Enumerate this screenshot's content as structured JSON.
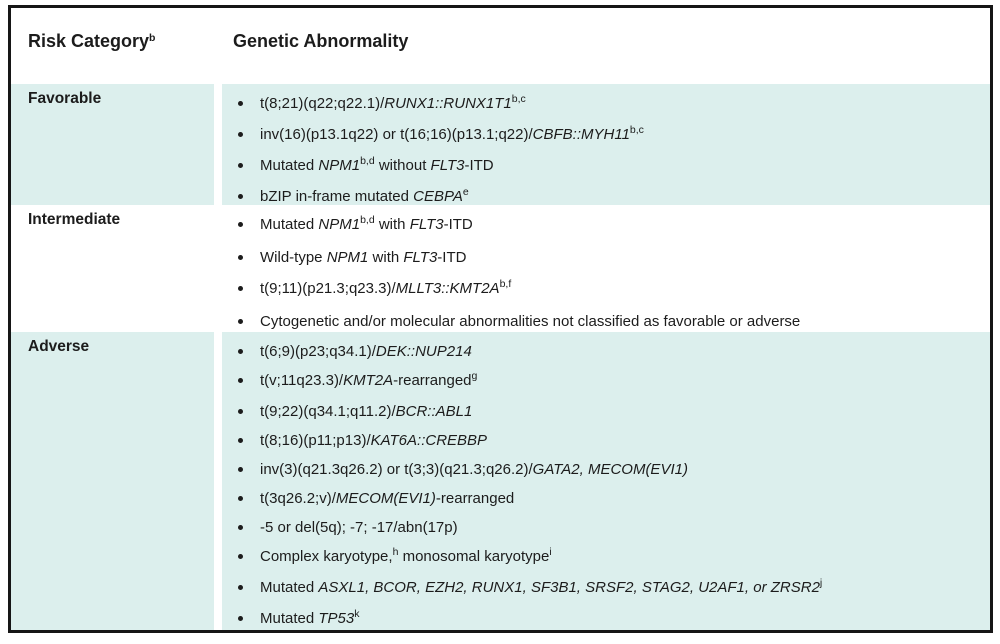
{
  "table": {
    "title_semantic": "AML risk classification by genetics",
    "colors": {
      "shaded_row_bg": "#dcefed",
      "white_row_bg": "#ffffff",
      "border": "#161616",
      "text": "#1c1c1c"
    },
    "header": {
      "col1": {
        "label": "Risk Category",
        "segments": [
          {
            "t": "Risk Category"
          },
          {
            "t": "b",
            "sup": true
          }
        ]
      },
      "col2": {
        "label": "Genetic Abnormality",
        "segments": [
          {
            "t": "Genetic Abnormality"
          }
        ]
      }
    },
    "rows": [
      {
        "category": "Favorable",
        "shaded": true,
        "items": [
          [
            {
              "t": "t(8;21)(q22;q22.1)/"
            },
            {
              "t": "RUNX1::RUNX1T1",
              "i": true
            },
            {
              "t": "b,c",
              "sup": true
            }
          ],
          [
            {
              "t": "inv(16)(p13.1q22) or t(16;16)(p13.1;q22)/"
            },
            {
              "t": "CBFB::MYH11",
              "i": true
            },
            {
              "t": "b,c",
              "sup": true
            }
          ],
          [
            {
              "t": "Mutated "
            },
            {
              "t": "NPM1",
              "i": true
            },
            {
              "t": "b,d",
              "sup": true
            },
            {
              "t": " without "
            },
            {
              "t": "FLT3",
              "i": true
            },
            {
              "t": "-ITD"
            }
          ],
          [
            {
              "t": "bZIP in-frame mutated "
            },
            {
              "t": "CEBPA",
              "i": true
            },
            {
              "t": "e",
              "sup": true
            }
          ]
        ]
      },
      {
        "category": "Intermediate",
        "shaded": false,
        "items": [
          [
            {
              "t": "Mutated "
            },
            {
              "t": "NPM1",
              "i": true
            },
            {
              "t": "b,d",
              "sup": true
            },
            {
              "t": " with "
            },
            {
              "t": "FLT3",
              "i": true
            },
            {
              "t": "-ITD"
            }
          ],
          [
            {
              "t": "Wild-type "
            },
            {
              "t": "NPM1",
              "i": true
            },
            {
              "t": " with "
            },
            {
              "t": "FLT3",
              "i": true
            },
            {
              "t": "-ITD"
            }
          ],
          [
            {
              "t": "t(9;11)(p21.3;q23.3)/"
            },
            {
              "t": "MLLT3::KMT2A",
              "i": true
            },
            {
              "t": "b,f",
              "sup": true
            }
          ],
          [
            {
              "t": "Cytogenetic and/or molecular abnormalities not classified as favorable or adverse"
            }
          ]
        ]
      },
      {
        "category": "Adverse",
        "shaded": true,
        "items": [
          [
            {
              "t": "t(6;9)(p23;q34.1)/"
            },
            {
              "t": "DEK::NUP214",
              "i": true
            }
          ],
          [
            {
              "t": "t(v;11q23.3)/"
            },
            {
              "t": "KMT2A",
              "i": true
            },
            {
              "t": "-rearranged"
            },
            {
              "t": "g",
              "sup": true
            }
          ],
          [
            {
              "t": "t(9;22)(q34.1;q11.2)/"
            },
            {
              "t": "BCR::ABL1",
              "i": true
            }
          ],
          [
            {
              "t": "t(8;16)(p11;p13)/"
            },
            {
              "t": "KAT6A::CREBBP",
              "i": true
            }
          ],
          [
            {
              "t": "inv(3)(q21.3q26.2) or t(3;3)(q21.3;q26.2)/"
            },
            {
              "t": "GATA2, MECOM(EVI1)",
              "i": true
            }
          ],
          [
            {
              "t": "t(3q26.2;v)/"
            },
            {
              "t": "MECOM(EVI1)",
              "i": true
            },
            {
              "t": "-rearranged"
            }
          ],
          [
            {
              "t": "-5 or del(5q); -7; -17/abn(17p)"
            }
          ],
          [
            {
              "t": "Complex karyotype,"
            },
            {
              "t": "h",
              "sup": true
            },
            {
              "t": " monosomal karyotype"
            },
            {
              "t": "i",
              "sup": true
            }
          ],
          [
            {
              "t": "Mutated "
            },
            {
              "t": "ASXL1, BCOR, EZH2, RUNX1, SF3B1, SRSF2, STAG2, U2AF1, or ZRSR2",
              "i": true
            },
            {
              "t": "j",
              "sup": true
            }
          ],
          [
            {
              "t": "Mutated "
            },
            {
              "t": "TP53",
              "i": true
            },
            {
              "t": "k",
              "sup": true
            }
          ]
        ]
      }
    ]
  }
}
